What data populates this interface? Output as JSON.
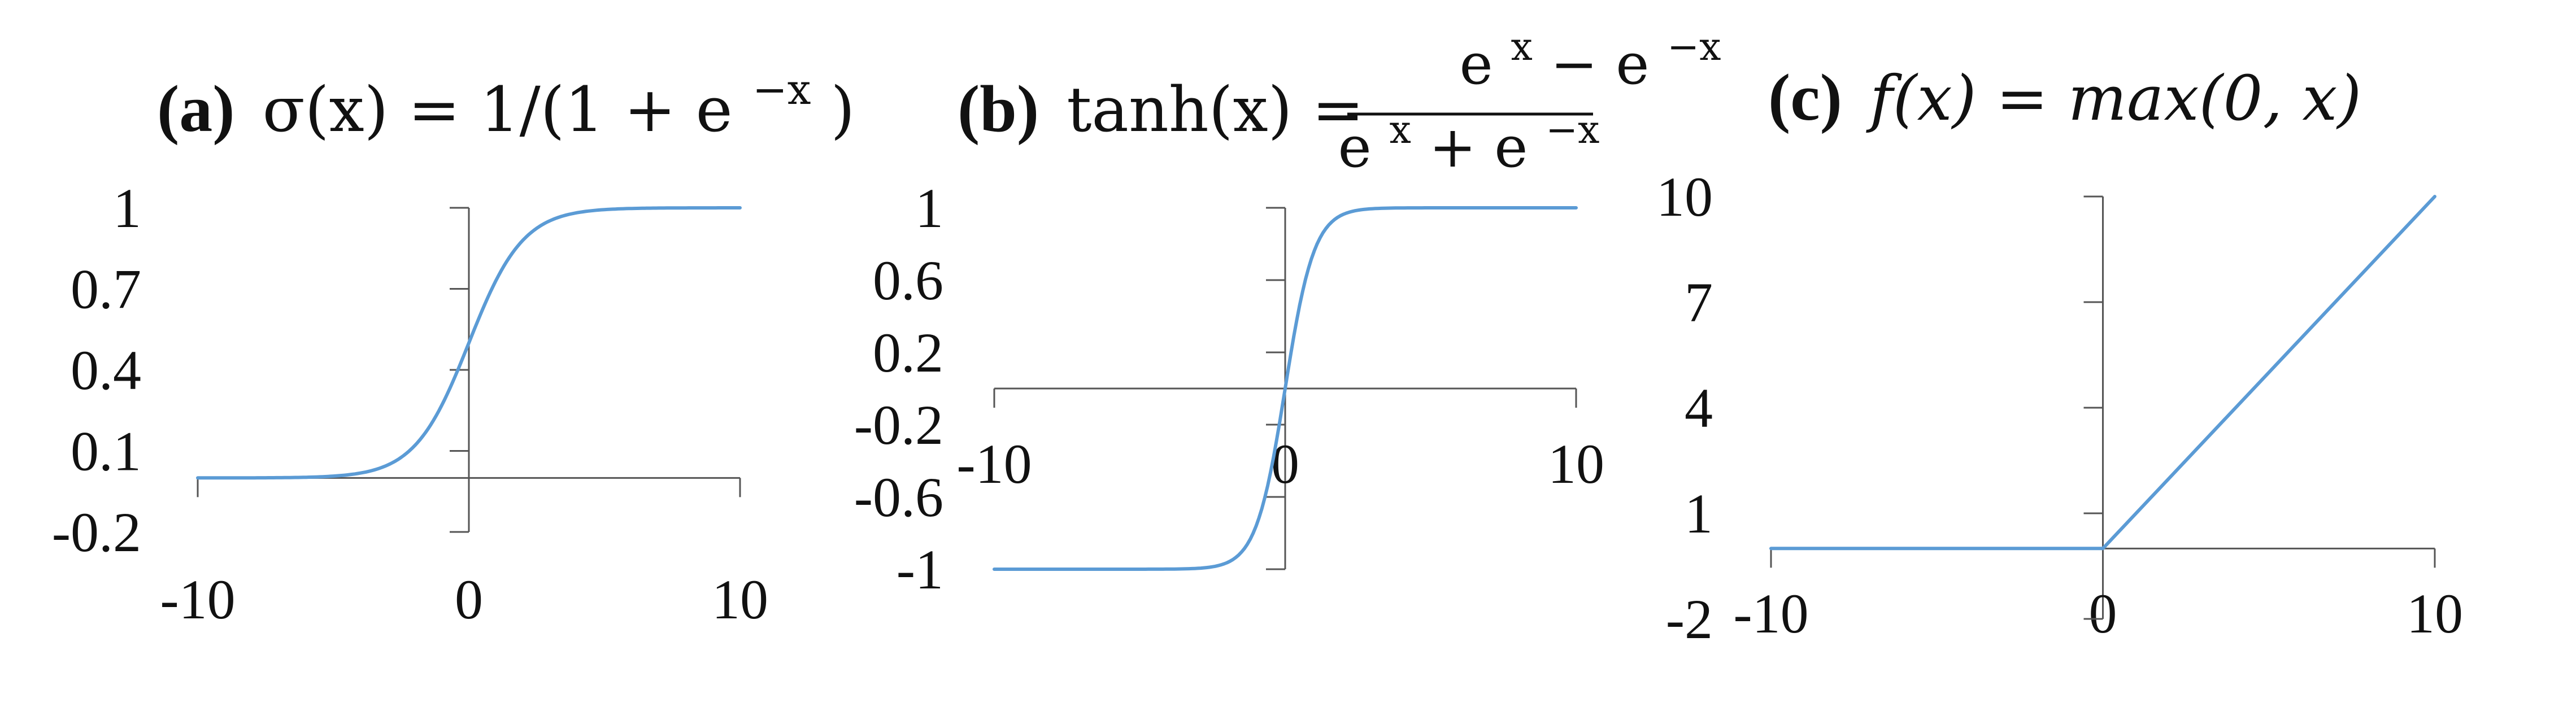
{
  "chart_data": [
    {
      "type": "line",
      "function": "sigmoid",
      "title": {
        "panel": "(a)",
        "formula_lhs": "σ(x) = 1/(1 + e",
        "formula_exp": "−x",
        "formula_close": ")"
      },
      "xlim": [
        -10,
        10
      ],
      "ylim": [
        -0.2,
        1
      ],
      "x_ticks": [
        -10,
        0,
        10
      ],
      "x_tick_labels": [
        "-10",
        "0",
        "10"
      ],
      "y_ticks": [
        -0.2,
        0.1,
        0.4,
        0.7,
        1
      ],
      "y_tick_labels": [
        "-0.2",
        "0.1",
        "0.4",
        "0.7",
        "1"
      ],
      "x_axis_at_y": 0,
      "y_axis_at_x": 0,
      "series": [
        {
          "x": [
            -10,
            -8,
            -6,
            -5,
            -4,
            -3,
            -2,
            -1,
            0,
            1,
            2,
            3,
            4,
            5,
            6,
            8,
            10
          ],
          "y": [
            4.54e-05,
            0.000335,
            0.00247,
            0.00669,
            0.018,
            0.0474,
            0.119,
            0.269,
            0.5,
            0.731,
            0.881,
            0.953,
            0.982,
            0.993,
            0.998,
            0.9997,
            1.0
          ]
        }
      ],
      "line_color": "#5b9bd5",
      "grid": false,
      "legend": "none"
    },
    {
      "type": "line",
      "function": "tanh",
      "title": {
        "panel": "(b)",
        "formula_lhs": "tanh(x) =",
        "numerator_a": "e",
        "numerator_a_exp": "x",
        "numerator_op": " − e",
        "numerator_b_exp": "−x",
        "denominator_a": "e",
        "denominator_a_exp": "x",
        "denominator_op": " + e",
        "denominator_b_exp": "−x"
      },
      "xlim": [
        -10,
        10
      ],
      "ylim": [
        -1,
        1
      ],
      "x_ticks": [
        -10,
        0,
        10
      ],
      "x_tick_labels": [
        "-10",
        "0",
        "10"
      ],
      "y_ticks": [
        -1,
        -0.6,
        -0.2,
        0.2,
        0.6,
        1
      ],
      "y_tick_labels": [
        "-1",
        "-0.6",
        "-0.2",
        "0.2",
        "0.6",
        "1"
      ],
      "x_axis_at_y": 0,
      "y_axis_at_x": 0,
      "series": [
        {
          "x": [
            -10,
            -6,
            -4,
            -3,
            -2,
            -1.5,
            -1,
            -0.5,
            0,
            0.5,
            1,
            1.5,
            2,
            3,
            4,
            6,
            10
          ],
          "y": [
            -1,
            -1,
            -0.999,
            -0.995,
            -0.964,
            -0.905,
            -0.762,
            -0.462,
            0,
            0.462,
            0.762,
            0.905,
            0.964,
            0.995,
            0.999,
            1,
            1
          ]
        }
      ],
      "line_color": "#5b9bd5",
      "grid": false,
      "legend": "none"
    },
    {
      "type": "line",
      "function": "relu",
      "title": {
        "panel": "(c)",
        "formula_lhs": "f(x) = max(0, x)"
      },
      "xlim": [
        -10,
        10
      ],
      "ylim": [
        -2,
        10
      ],
      "x_ticks": [
        -10,
        0,
        10
      ],
      "x_tick_labels": [
        "-10",
        "0",
        "10"
      ],
      "y_ticks": [
        -2,
        1,
        4,
        7,
        10
      ],
      "y_tick_labels": [
        "-2",
        "1",
        "4",
        "7",
        "10"
      ],
      "x_axis_at_y": 0,
      "y_axis_at_x": 0,
      "series": [
        {
          "x": [
            -10,
            0,
            10
          ],
          "y": [
            0,
            0,
            10
          ]
        }
      ],
      "line_color": "#5b9bd5",
      "grid": false,
      "legend": "none"
    }
  ]
}
